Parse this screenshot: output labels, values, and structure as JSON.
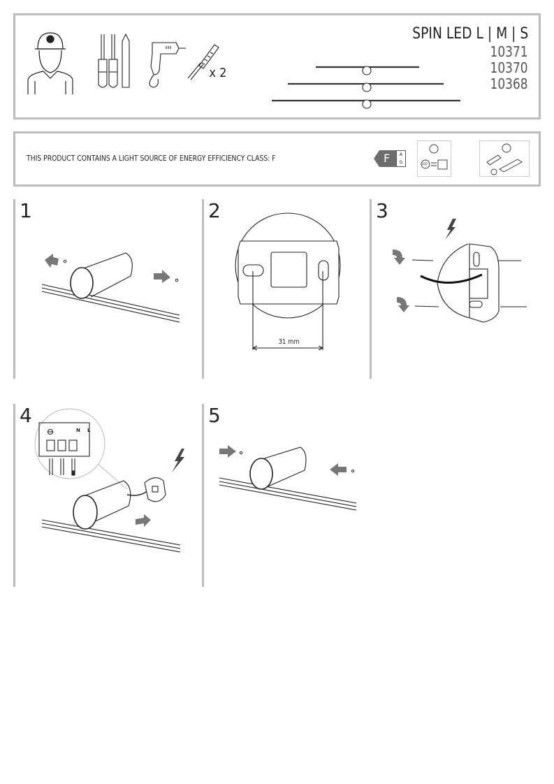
{
  "header": {
    "product_title": "SPIN LED L | M | S",
    "codes": [
      "10371",
      "10370",
      "10368"
    ],
    "dowel_quantity": "x 2"
  },
  "energy": {
    "statement": "THIS PRODUCT CONTAINS A LIGHT SOURCE OF ENERGY EFFICIENCY CLASS: F",
    "class": "F",
    "scale_top": "A",
    "scale_bottom": "G",
    "led_label": "LED"
  },
  "steps": [
    {
      "number": "1"
    },
    {
      "number": "2",
      "dimension": "31 mm"
    },
    {
      "number": "3"
    },
    {
      "number": "4",
      "terminals": [
        "N",
        "L"
      ]
    },
    {
      "number": "5"
    }
  ],
  "colors": {
    "border": "#bdbdbd",
    "arrow": "#777777",
    "line": "#222222"
  }
}
